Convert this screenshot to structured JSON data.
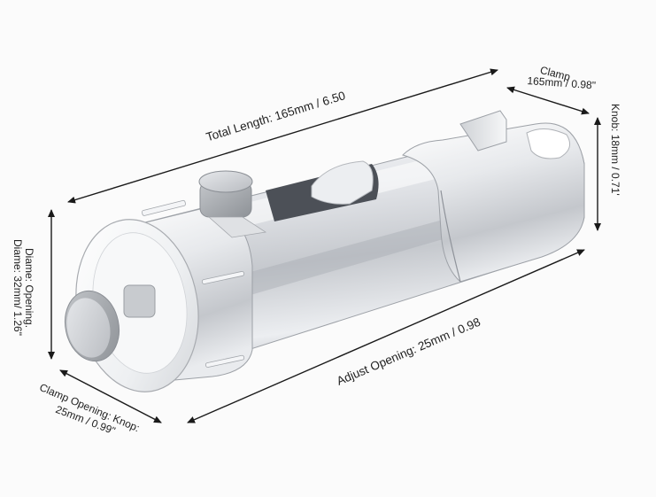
{
  "dimensions": {
    "total_length": "Total Length: 165mm / 6.50",
    "clamp_title": "Clamp",
    "clamp_value": "165mm / 0.98\"",
    "knob": "Knob: 18mm / 0.71'",
    "diameter_line1": "Diame: Opening.",
    "diameter_line2": "Diame: 32mm/ 1.26\"",
    "adjust_opening": "Adjust Opening: 25mm / 0.98",
    "clamp_opening_line1": "Clamp Opening: Knop:",
    "clamp_opening_line2": "25mm / 0.99\""
  },
  "colors": {
    "chrome_light": "#f4f5f7",
    "chrome_mid": "#c9ccd1",
    "chrome_dark": "#8a8e95",
    "knob_grey": "#a7aaaf",
    "arrow": "#1a1a1a",
    "background": "#fbfbfb"
  }
}
